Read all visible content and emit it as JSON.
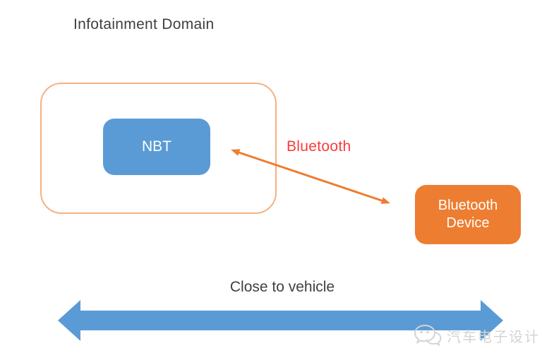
{
  "title": "Infotainment Domain",
  "diagram": {
    "nbt_box": {
      "label": "NBT"
    },
    "bluetooth_device_box": {
      "label": "Bluetooth Device"
    },
    "bluetooth_link_label": "Bluetooth",
    "proximity_label": "Close to vehicle"
  },
  "watermark": {
    "text": "汽车电子设计",
    "icon": "wechat-logo-icon"
  },
  "colors": {
    "nbt_box_fill": "#5b9bd5",
    "bluetooth_device_fill": "#ed7d31",
    "container_border": "#f5b183",
    "bluetooth_label_text": "#fb3a3a",
    "diagonal_arrow": "#ed7d31",
    "bottom_arrow_fill": "#5b9bd5",
    "text_dark": "#3f3f3f",
    "watermark_gray": "#d4d4d4"
  }
}
